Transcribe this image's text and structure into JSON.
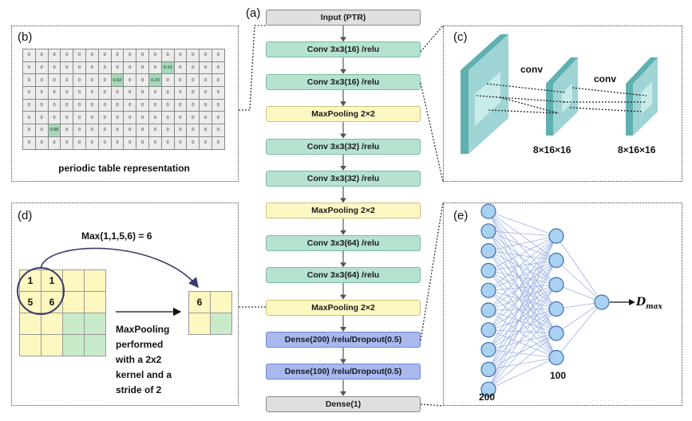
{
  "panels": {
    "a": "(a)",
    "b": "(b)",
    "c": "(c)",
    "d": "(d)",
    "e": "(e)"
  },
  "pipeline": [
    {
      "label": "Input (PTR)",
      "kind": "gray"
    },
    {
      "label": "Conv 3x3(16) /relu",
      "kind": "green"
    },
    {
      "label": "Conv 3x3(16) /relu",
      "kind": "green"
    },
    {
      "label": "MaxPooling 2×2",
      "kind": "yellow"
    },
    {
      "label": "Conv 3x3(32) /relu",
      "kind": "green"
    },
    {
      "label": "Conv 3x3(32) /relu",
      "kind": "green"
    },
    {
      "label": "MaxPooling 2×2",
      "kind": "yellow"
    },
    {
      "label": "Conv 3x3(64) /relu",
      "kind": "green"
    },
    {
      "label": "Conv 3x3(64) /relu",
      "kind": "green"
    },
    {
      "label": "MaxPooling 2×2",
      "kind": "yellow"
    },
    {
      "label": "Dense(200) /relu/Dropout(0.5)",
      "kind": "blue"
    },
    {
      "label": "Dense(100) /relu/Dropout(0.5)",
      "kind": "blue"
    },
    {
      "label": "Dense(1)",
      "kind": "gray"
    }
  ],
  "periodic_table": {
    "caption": "periodic table representation",
    "zero": "0",
    "highlights": [
      {
        "row": 1,
        "col": 11,
        "value": "0.10"
      },
      {
        "row": 2,
        "col": 7,
        "value": "0.02"
      },
      {
        "row": 2,
        "col": 10,
        "value": "0.20"
      },
      {
        "row": 6,
        "col": 2,
        "value": "0.68"
      }
    ]
  },
  "conv_panel": {
    "conv_label_1": "conv",
    "conv_label_2": "conv",
    "shape_1": "8×16×16",
    "shape_2": "8×16×16"
  },
  "pool_panel": {
    "formula": "Max(1,1,5,6) = 6",
    "input_values": [
      "1",
      "1",
      "5",
      "6"
    ],
    "output_value": "6",
    "description": [
      "MaxPooling",
      "performed",
      "with a 2x2",
      "kernel and a",
      "stride of 2"
    ]
  },
  "dense_panel": {
    "layer1_count": "200",
    "layer2_count": "100",
    "output_label_main": "D",
    "output_label_sub": "max"
  },
  "colors": {
    "teal_face": "#9fd4d4",
    "teal_side": "#5fb0b0",
    "teal_inner": "#c8ecea",
    "neuron_fill": "#a9d1f2",
    "neuron_stroke": "#3f6da8",
    "edge": "#9cb2e6"
  }
}
